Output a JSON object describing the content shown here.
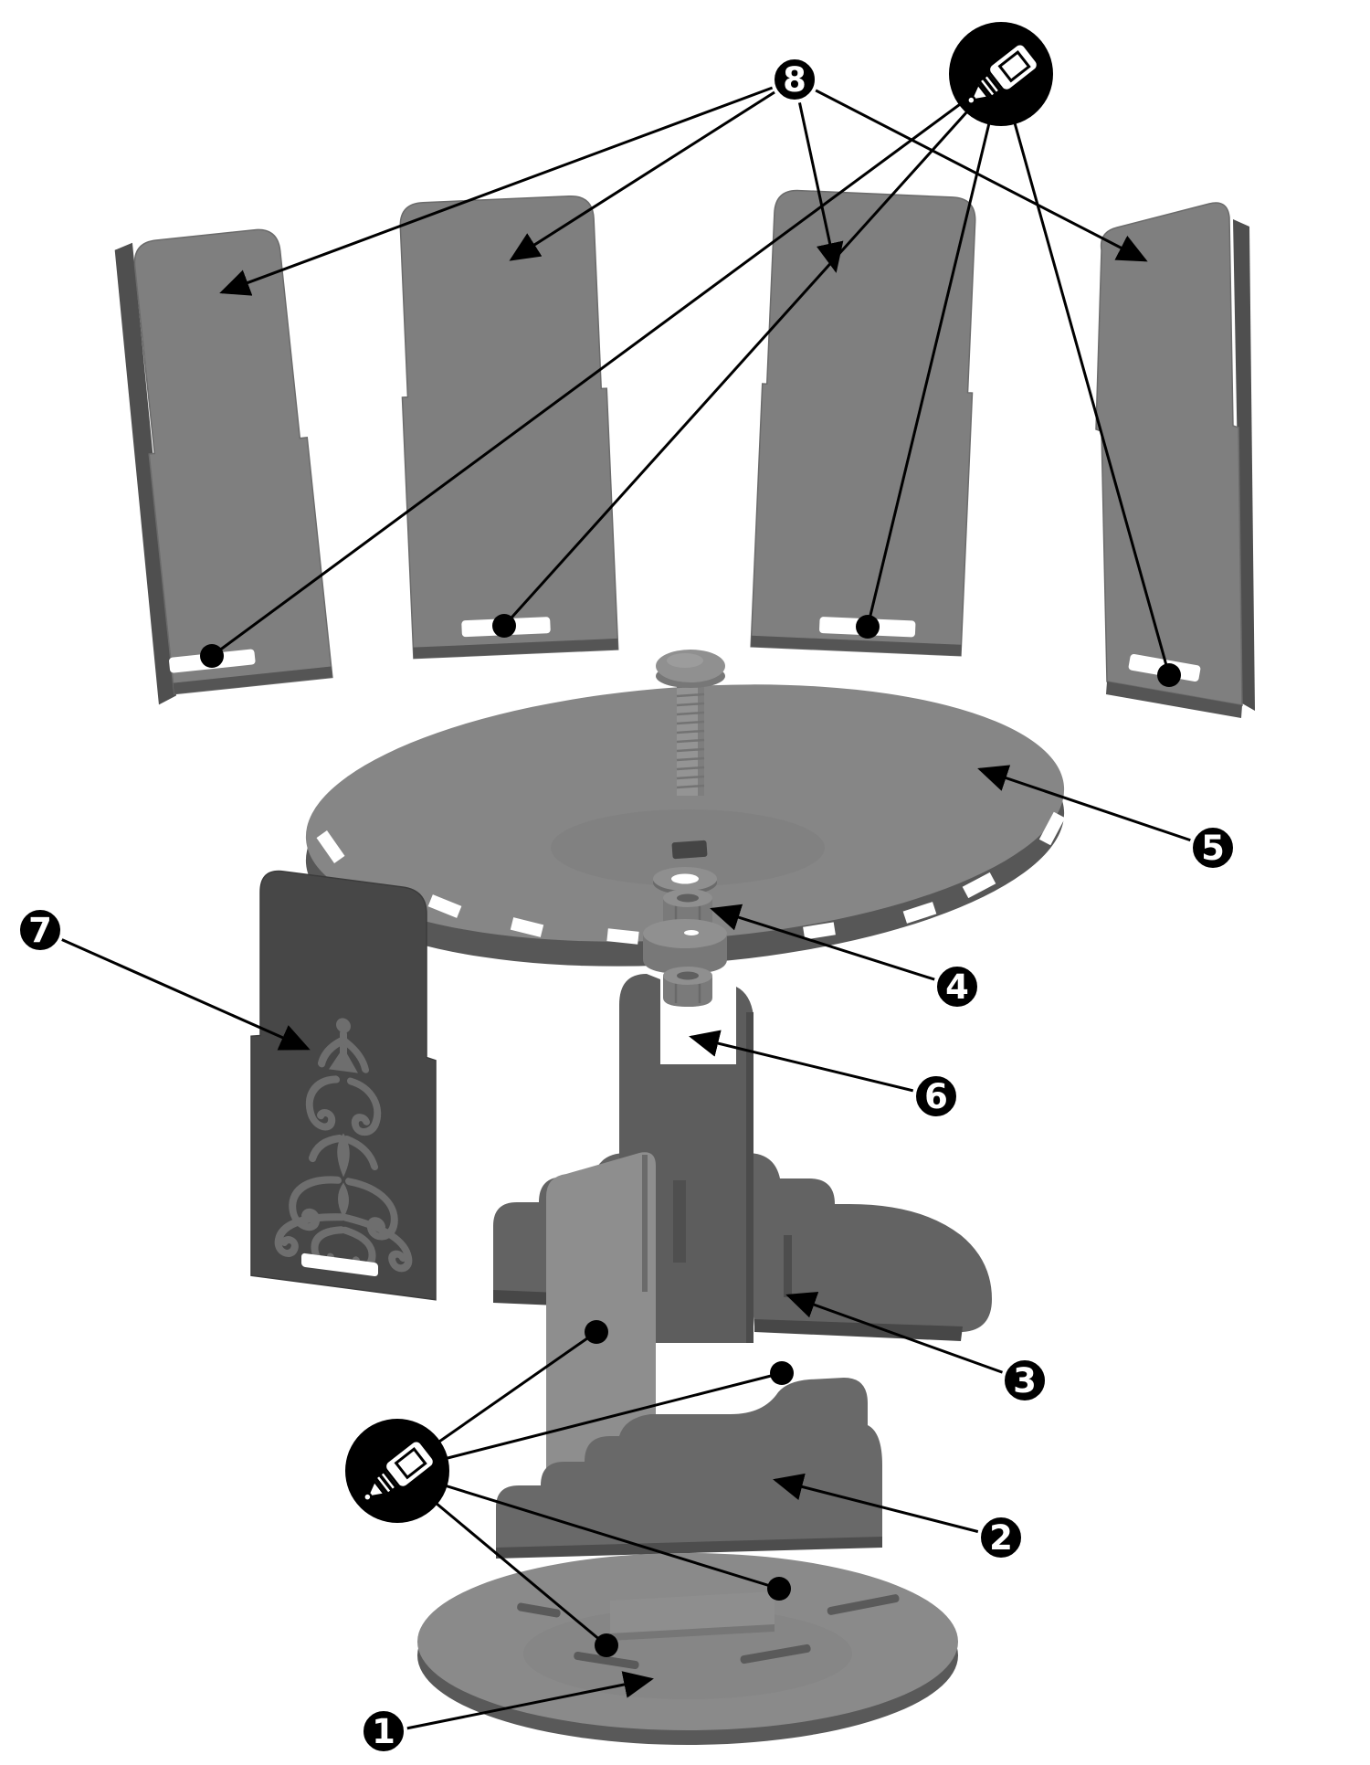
{
  "diagram": {
    "title": "exploded-assembly-diagram",
    "background": "#ffffff",
    "callouts": [
      {
        "number": "1",
        "target": "base-disc"
      },
      {
        "number": "2",
        "target": "lower-cross-support"
      },
      {
        "number": "3",
        "target": "upper-cross-support"
      },
      {
        "number": "4",
        "target": "hex-nut"
      },
      {
        "number": "5",
        "target": "turntable-disc"
      },
      {
        "number": "6",
        "target": "center-column-slot"
      },
      {
        "number": "7",
        "target": "decorative-panel"
      },
      {
        "number": "8",
        "target": "side-panels"
      }
    ],
    "glue_markers": [
      {
        "position": "top",
        "icon": "glue-bottle-icon",
        "applies_to": "panel-slots"
      },
      {
        "position": "bottom",
        "icon": "glue-bottle-icon",
        "applies_to": "support-joints"
      }
    ],
    "colors": {
      "line": "#000000",
      "callout_bg": "#000000",
      "callout_text": "#ffffff",
      "panel_face": "#7f7f7f",
      "panel_edge": "#4f4f4f",
      "decorative_panel": "#474747",
      "ornament": "#6e6e6e",
      "disc_top": "#868686",
      "disc_rim": "#575757",
      "support": "#636363",
      "column": "#5d5d5d",
      "front_face": "#8e8e8e",
      "base_top": "#8a8a8a",
      "base_rim": "#595959",
      "hardware": "#8d8d8d",
      "slot": "#ffffff"
    }
  }
}
